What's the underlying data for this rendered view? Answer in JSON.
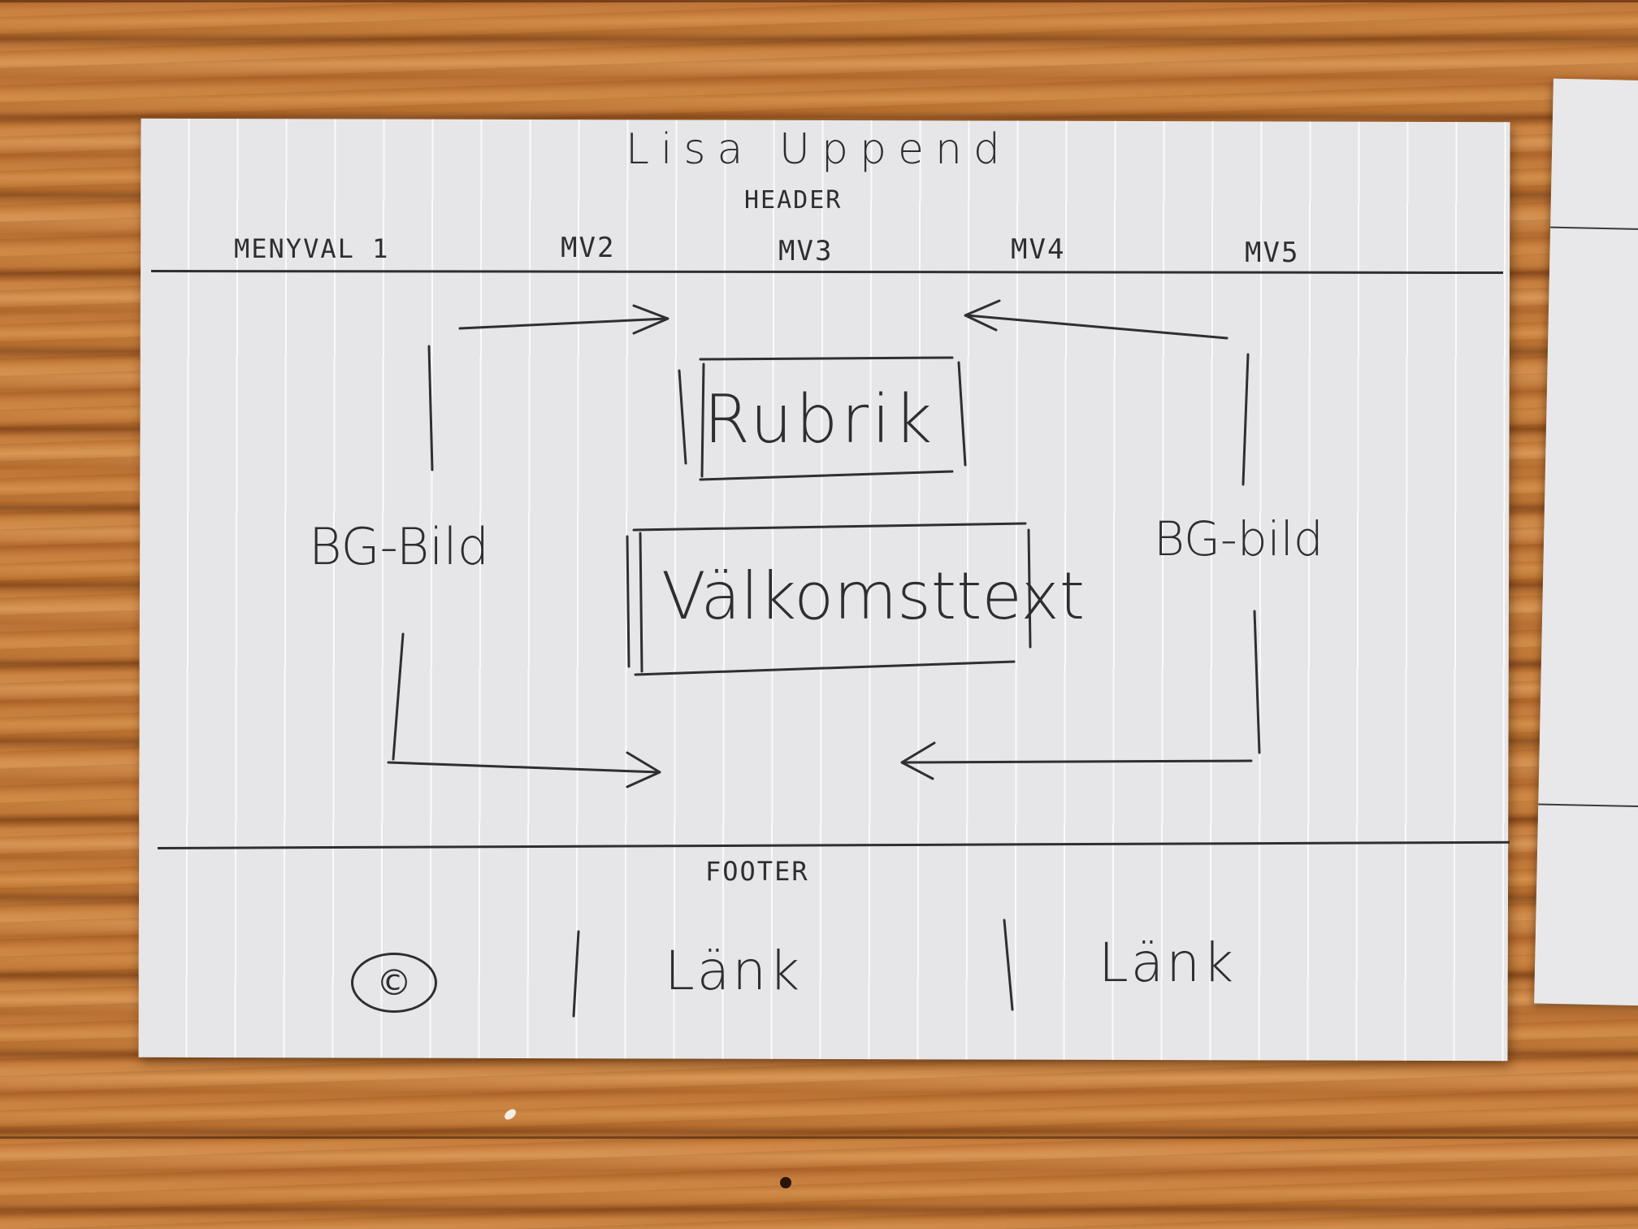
{
  "sketch": {
    "site_title": "Lisa Uppend",
    "header_label": "HEADER",
    "menu": [
      "MENYVAL 1",
      "MV2",
      "MV3",
      "MV4",
      "MV5"
    ],
    "heading_box": "Rubrik",
    "welcome_box": "Välkomsttext",
    "bg_left": "BG-Bild",
    "bg_right": "BG-bild",
    "footer_label": "FOOTER",
    "copyright_symbol": "©",
    "footer_links": [
      "Länk",
      "Länk"
    ]
  },
  "colors": {
    "paper": "#e6e6e8",
    "ink": "#2f2f31",
    "wood": "#c67c3a"
  }
}
